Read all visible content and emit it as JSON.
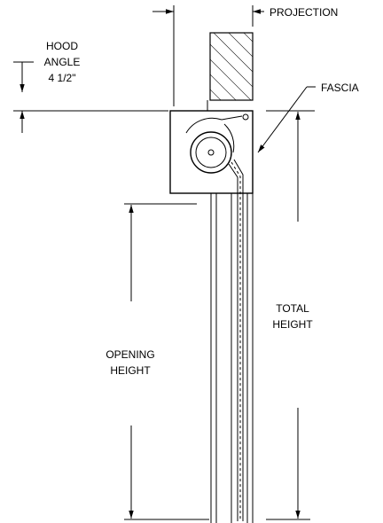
{
  "labels": {
    "projection": "PROJECTION",
    "hood_line1": "HOOD",
    "hood_line2": "ANGLE",
    "hood_line3": "4 1/2\"",
    "fascia": "FASCIA",
    "total_line1": "TOTAL",
    "total_line2": "HEIGHT",
    "opening_line1": "OPENING",
    "opening_line2": "HEIGHT"
  },
  "colors": {
    "ink": "#000000",
    "background": "#ffffff"
  }
}
